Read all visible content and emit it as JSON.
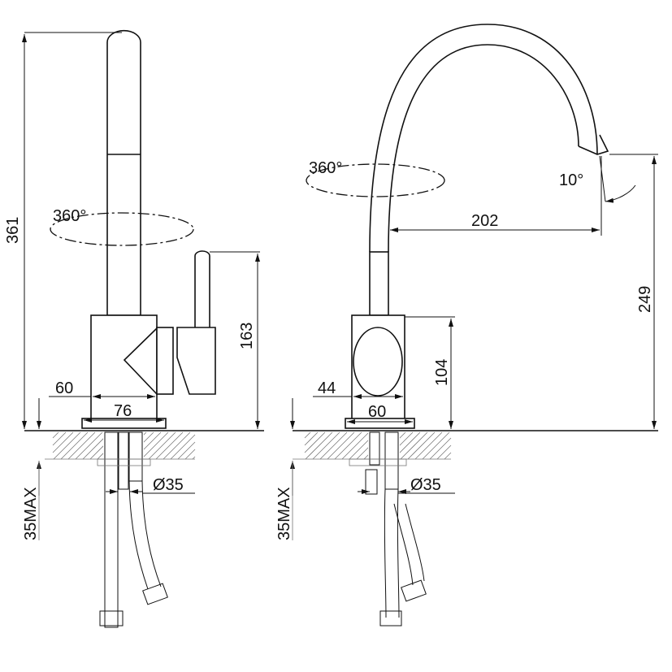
{
  "left_view": {
    "height_total": "361",
    "rotation": "360°",
    "body_depth": "60",
    "base_width": "76",
    "lever_height": "163",
    "counter_max": "35MAX",
    "hole_diameter": "Ø35"
  },
  "right_view": {
    "rotation": "360°",
    "reach": "202",
    "spout_angle": "10°",
    "spout_height": "249",
    "body_height": "104",
    "body_width": "44",
    "base_width": "60",
    "counter_max": "35MAX",
    "hole_diameter": "Ø35"
  },
  "colors": {
    "line": "#111111",
    "hatch": "#777777"
  }
}
